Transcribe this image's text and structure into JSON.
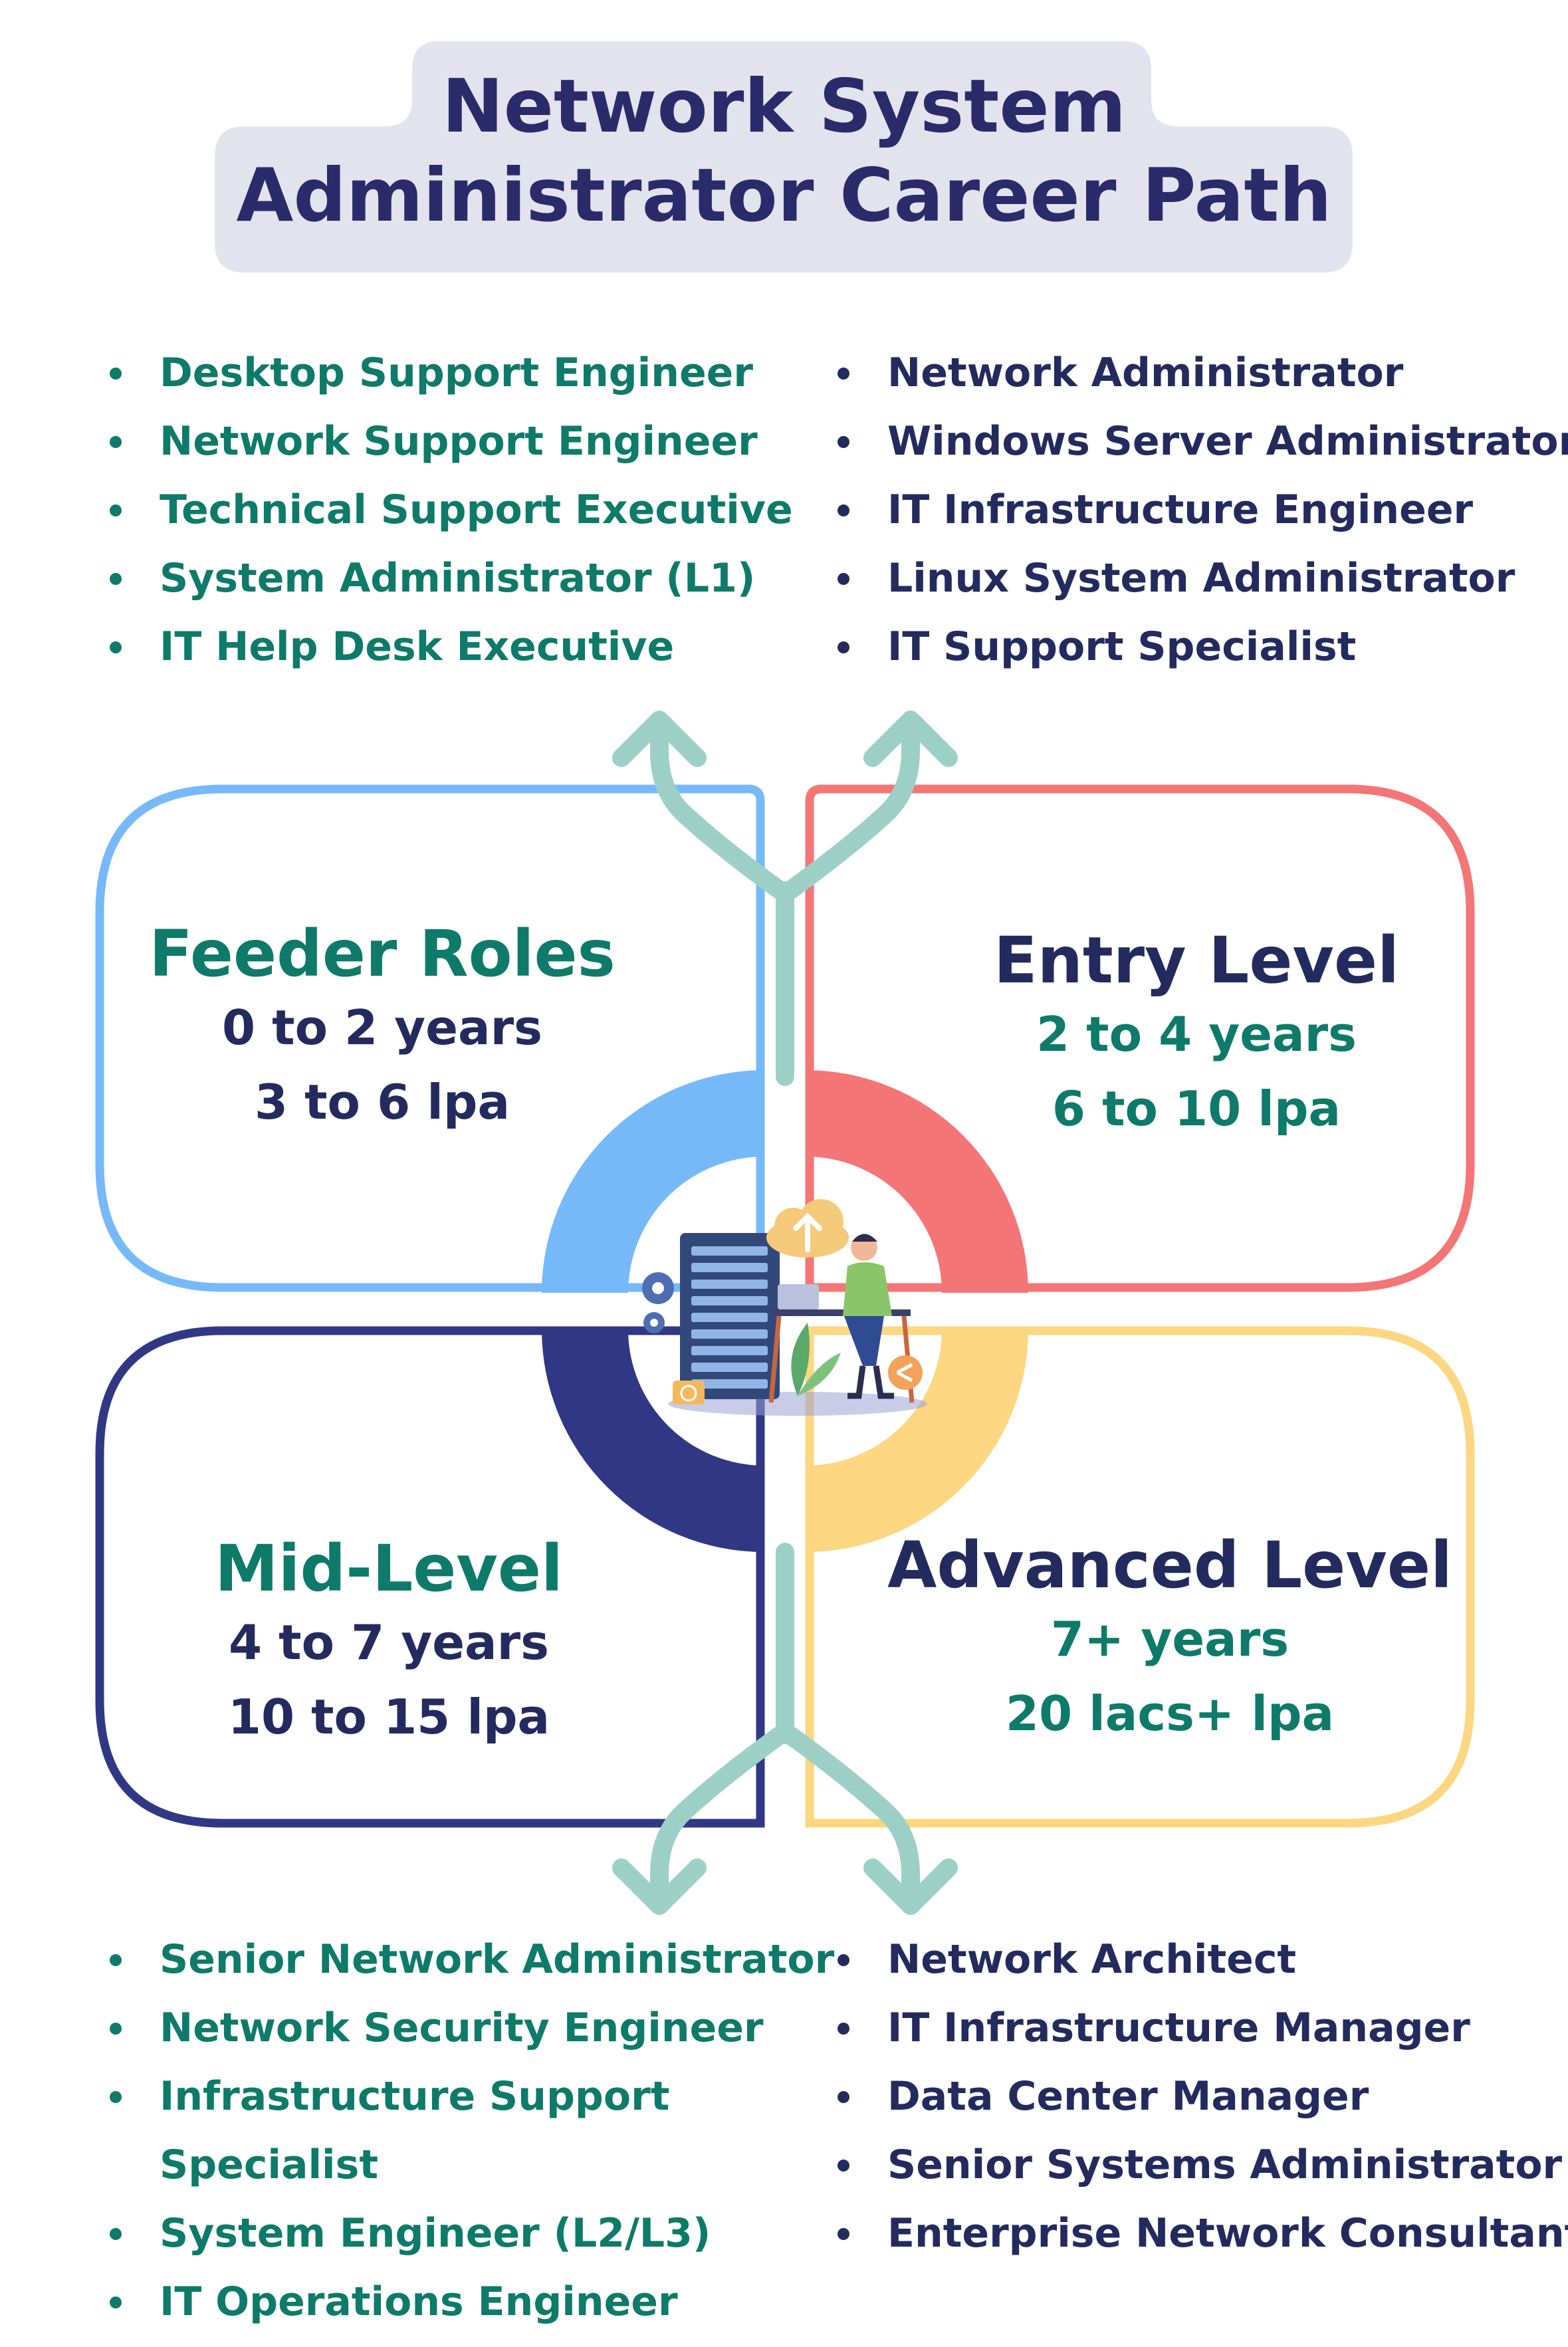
{
  "header": {
    "title_line1": "Network System",
    "title_line2": "Administrator Career Path"
  },
  "colors": {
    "feeder": "#75b9f9",
    "entry": "#f47575",
    "mid": "#303785",
    "advanced": "#fcd680",
    "arrows": "#9cd0c7",
    "teal_text": "#0e7a69",
    "navy_text": "#232a5e",
    "title_bg": "#e3e3ee"
  },
  "lists": {
    "top_left": [
      "Desktop Support Engineer",
      "Network Support Engineer",
      "Technical Support Executive",
      "System Administrator (L1)",
      "IT Help Desk Executive"
    ],
    "top_right": [
      "Network Administrator",
      "Windows Server Administrator",
      "IT Infrastructure Engineer",
      "Linux System Administrator",
      "IT Support Specialist"
    ],
    "bottom_left": [
      "Senior Network Administrator",
      "Network Security Engineer",
      "Infrastructure Support",
      "Specialist",
      "System Engineer (L2/L3)",
      "IT Operations Engineer"
    ],
    "bottom_right": [
      "Network Architect",
      "IT Infrastructure Manager",
      "Data Center Manager",
      "Senior Systems Administrator",
      "Enterprise Network Consultant"
    ]
  },
  "stages": {
    "feeder": {
      "title": "Feeder Roles",
      "experience": "0 to 2 years",
      "salary": "3 to 6 lpa"
    },
    "entry": {
      "title": "Entry Level",
      "experience": "2 to 4 years",
      "salary": "6 to 10 lpa"
    },
    "mid": {
      "title": "Mid-Level",
      "experience": "4 to 7 years",
      "salary": "10 to 15 lpa"
    },
    "advanced": {
      "title": "Advanced Level",
      "experience": "7+ years",
      "salary": "20 lacs+ lpa"
    }
  },
  "center_illustration": "network-administrator-at-desk-with-server-rack-and-cloud-upload-icon"
}
